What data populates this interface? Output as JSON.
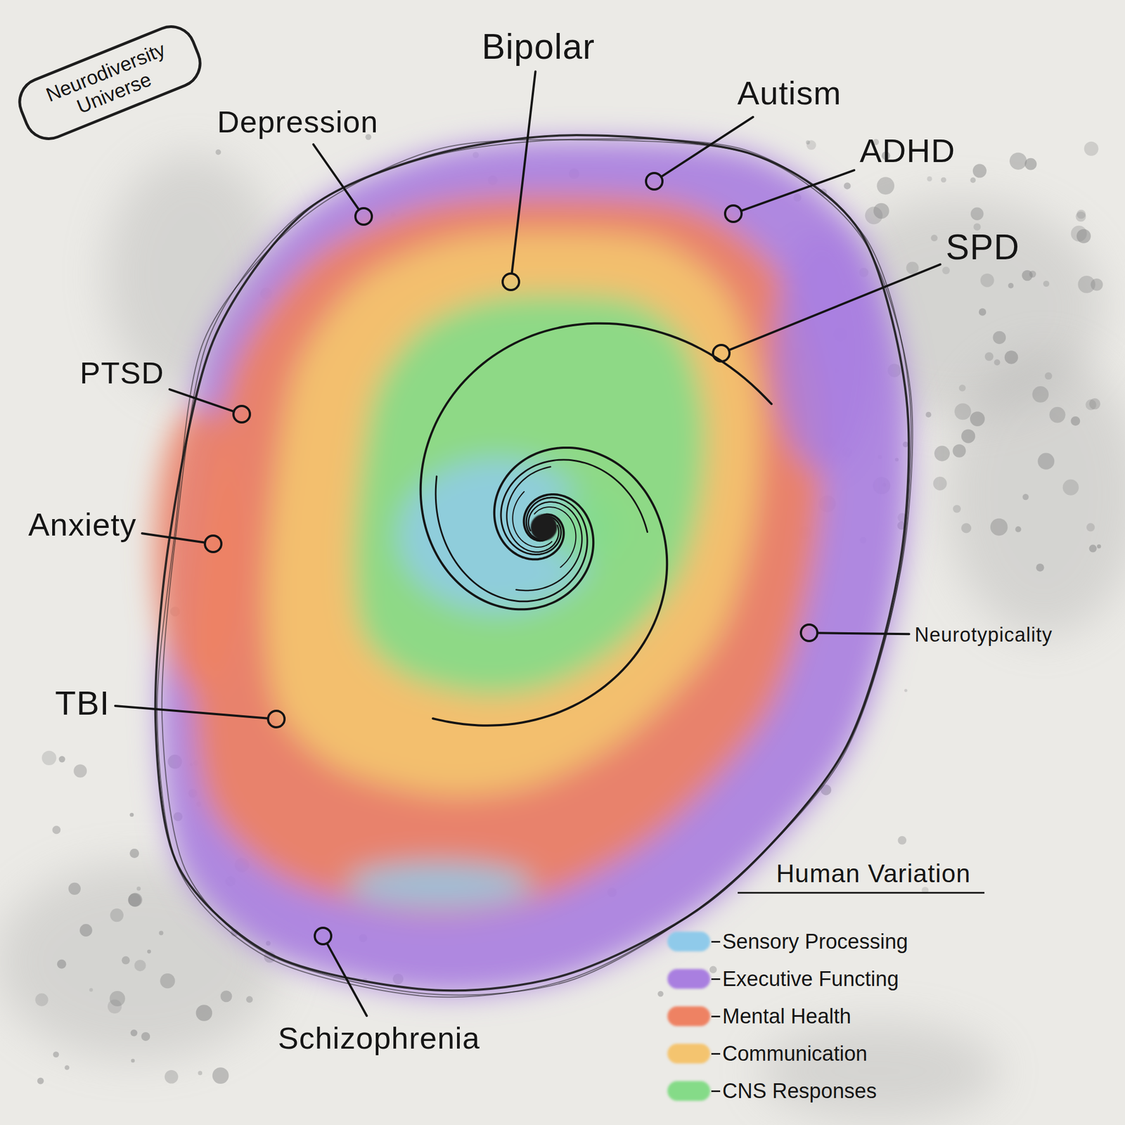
{
  "diagram": {
    "title": "Neurodiversity Universe",
    "labels": [
      "Bipolar",
      "Autism",
      "Depression",
      "ADHD",
      "SPD",
      "PTSD",
      "Anxiety",
      "Neurotypicality",
      "TBI",
      "Schizophrenia",
      "Human Variation"
    ],
    "legend": [
      {
        "text": "Sensory Processing",
        "color": "#8fcaea"
      },
      {
        "text": "Executive Functing",
        "color": "#a97fe0"
      },
      {
        "text": "Mental Health",
        "color": "#ee8263"
      },
      {
        "text": "Communication",
        "color": "#f4c46f"
      },
      {
        "text": "CNS Responses",
        "color": "#85db88"
      }
    ]
  }
}
